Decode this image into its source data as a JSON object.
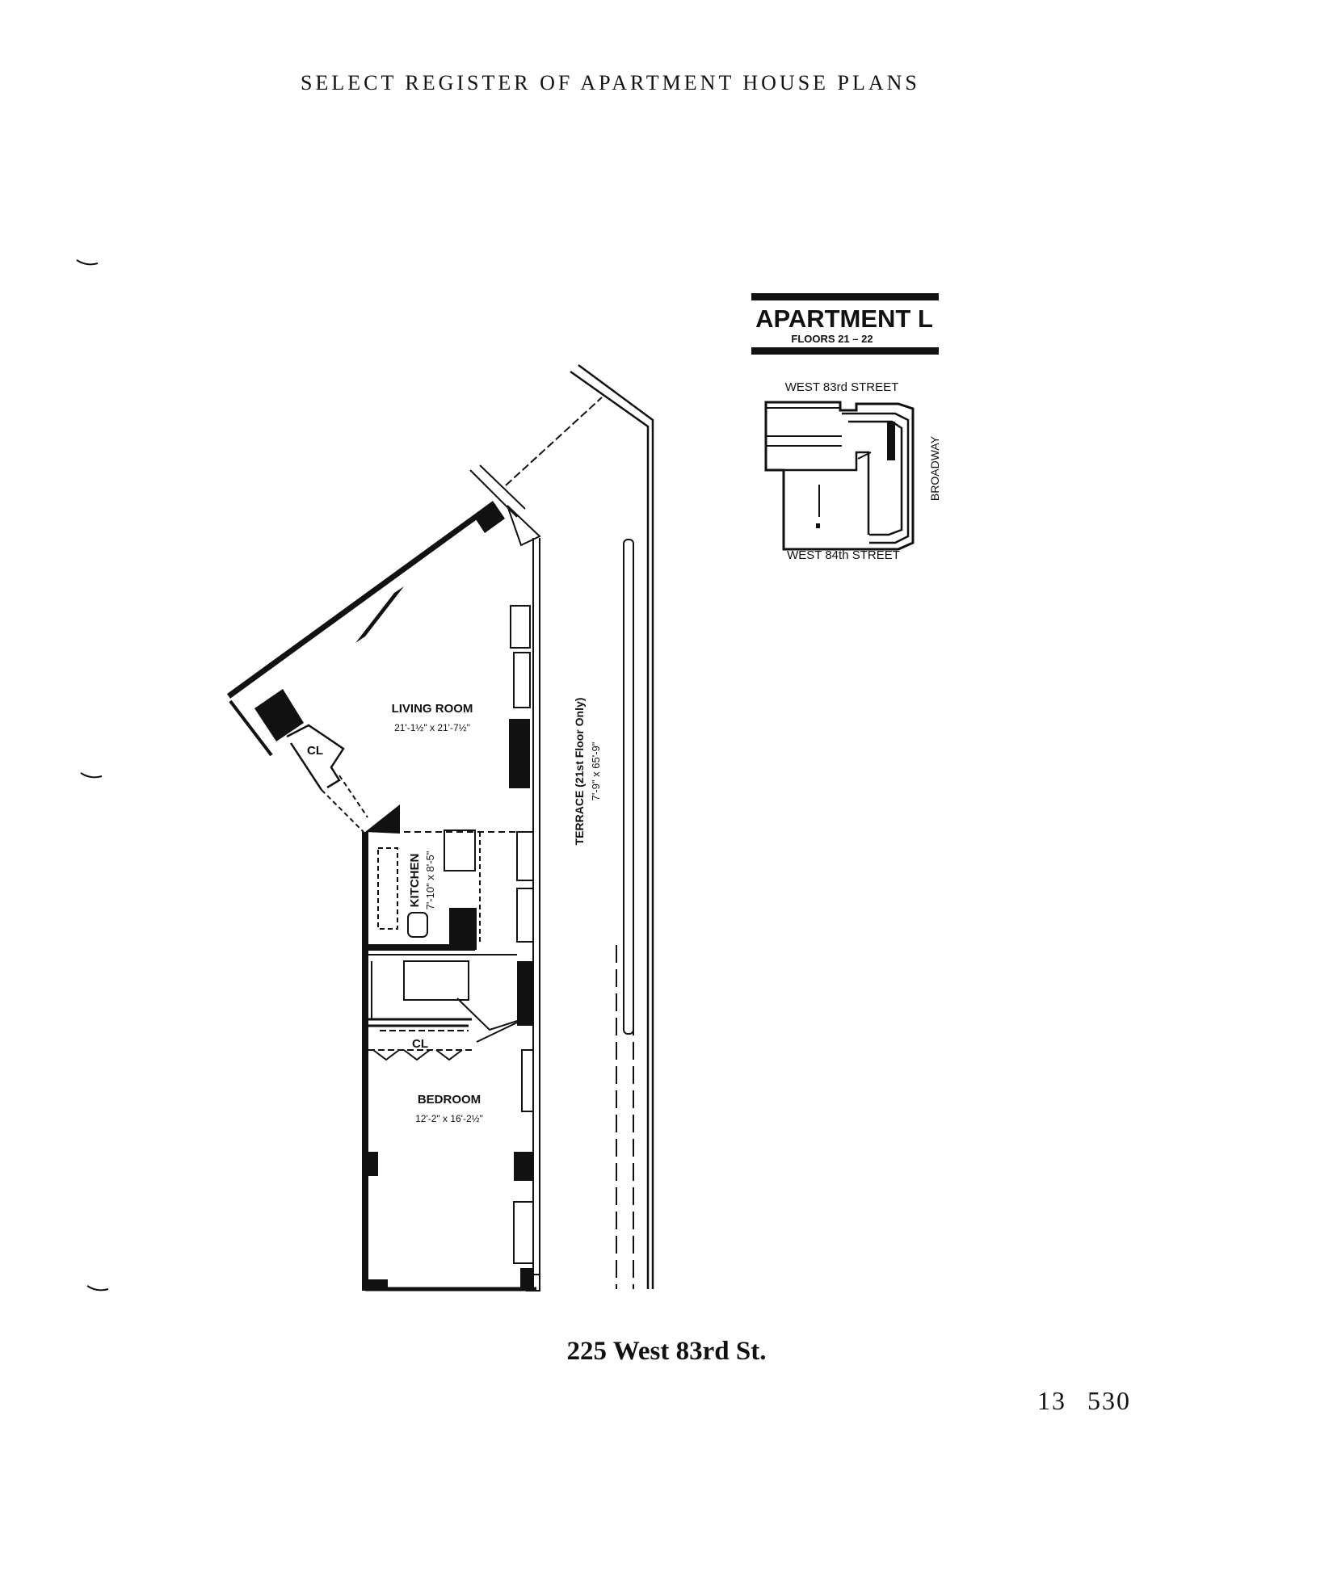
{
  "header": {
    "title": "SELECT REGISTER OF APARTMENT HOUSE PLANS"
  },
  "key_plan": {
    "apartment": "APARTMENT L",
    "floors": "FLOORS 21 – 22",
    "street_top": "WEST 83rd STREET",
    "street_bottom": "WEST 84th STREET",
    "street_right": "BROADWAY"
  },
  "rooms": {
    "living_room": {
      "name": "LIVING ROOM",
      "dims": "21'-1½\" x 21'-7½\""
    },
    "kitchen": {
      "name": "KITCHEN",
      "dims": "7'-10\" x 8'-5\""
    },
    "bedroom": {
      "name": "BEDROOM",
      "dims": "12'-2\" x 16'-2½\""
    },
    "closet_living": "CL",
    "closet_bedroom": "CL",
    "terrace": {
      "name": "TERRACE (21st Floor Only)",
      "dims": "7'-9\" x 65'-9\""
    }
  },
  "footer": {
    "address": "225 West 83rd St.",
    "folio_left": "13",
    "folio_right": "530"
  }
}
